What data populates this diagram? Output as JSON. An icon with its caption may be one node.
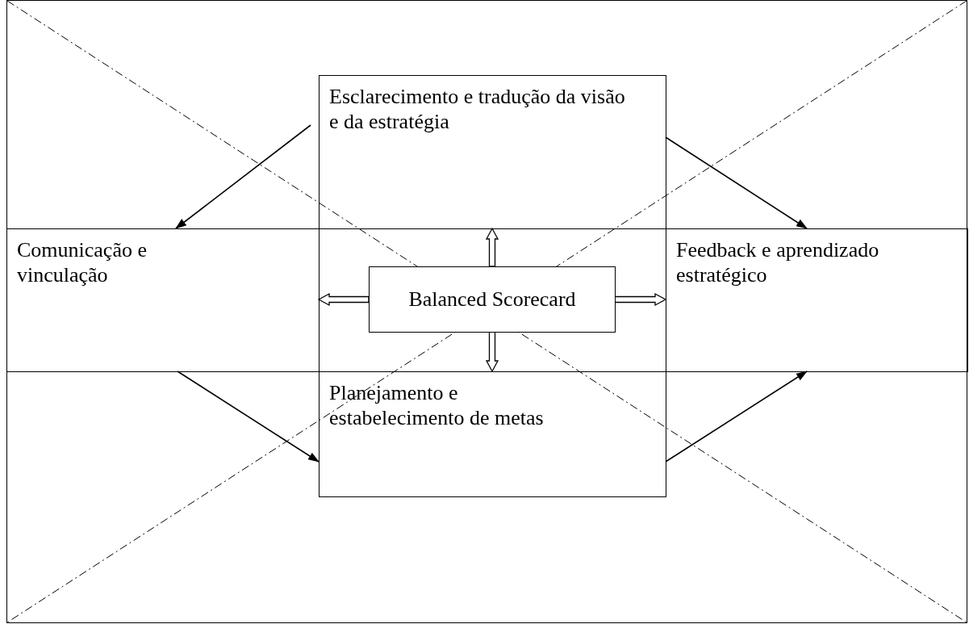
{
  "diagram": {
    "nodes": [
      {
        "text": [
          "Esclarecimento e tradução da visão e da estratégia"
        ]
      },
      {
        "text": [
          "Comunicação e vinculação"
        ]
      },
      {
        "text": [
          "Balanced Scorecard"
        ]
      },
      {
        "text": [
          "Feedback e aprendizado estratégico"
        ]
      },
      {
        "text": [
          "Planejamento e estabelecimento de metas"
        ]
      }
    ],
    "edges": [
      {
        "from": 0,
        "to": 1,
        "arrow": "to"
      },
      {
        "from": 0,
        "to": 3,
        "arrow": "to"
      },
      {
        "from": 1,
        "to": 4,
        "arrow": "to"
      },
      {
        "from": 4,
        "to": 3,
        "arrow": "to"
      },
      {
        "from": 2,
        "to": 0,
        "arrow": "to",
        "style": "thick"
      },
      {
        "from": 2,
        "to": 1,
        "arrow": "to",
        "style": "thick"
      },
      {
        "from": 2,
        "to": 3,
        "arrow": "to",
        "style": "thick"
      },
      {
        "from": 2,
        "to": 4,
        "arrow": "to",
        "style": "thick"
      }
    ]
  }
}
